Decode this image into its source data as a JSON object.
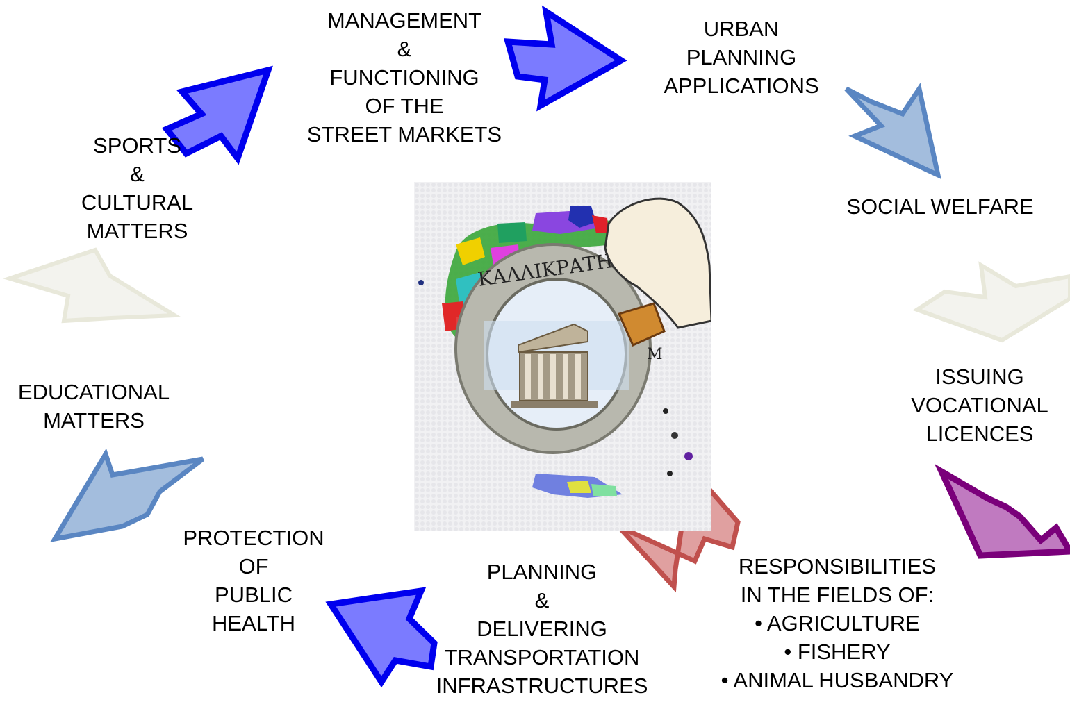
{
  "labels": {
    "street_markets": "MANAGEMENT\n&\nFUNCTIONING\nOF THE\nSTREET MARKETS",
    "urban_planning": "URBAN\nPLANNING\nAPPLICATIONS",
    "social_welfare": "SOCIAL WELFARE",
    "vocational_licences": "ISSUING\nVOCATIONAL\nLICENCES",
    "responsibilities": "RESPONSIBILITIES\nIN THE FIELDS OF:\n• AGRICULTURE\n• FISHERY\n• ANIMAL HUSBANDRY",
    "transportation": "PLANNING\n&\nDELIVERING\nTRANSPORTATION\nINFRASTRUCTURES",
    "public_health": "PROTECTION\nOF\nPUBLIC\nHEALTH",
    "educational": "EDUCATIONAL\nMATTERS",
    "sports_cultural": "SPORTS\n&\nCULTURAL\nMATTERS"
  },
  "logo": {
    "ring_text": "ΚΑΛΛΙΚΡΑΤΗΣ",
    "ring_text_end": "M"
  },
  "colors": {
    "blue_fill": "#7b7bff",
    "blue_stroke": "#0000ee",
    "steel_fill": "#a3bddd",
    "steel_stroke": "#5a86c2",
    "beige_fill": "#f3f3ee",
    "beige_stroke": "#e8e8da",
    "purple_fill": "#c07ac0",
    "purple_stroke": "#7a007a",
    "red_fill": "#e0a0a0",
    "red_stroke": "#c0504d"
  }
}
